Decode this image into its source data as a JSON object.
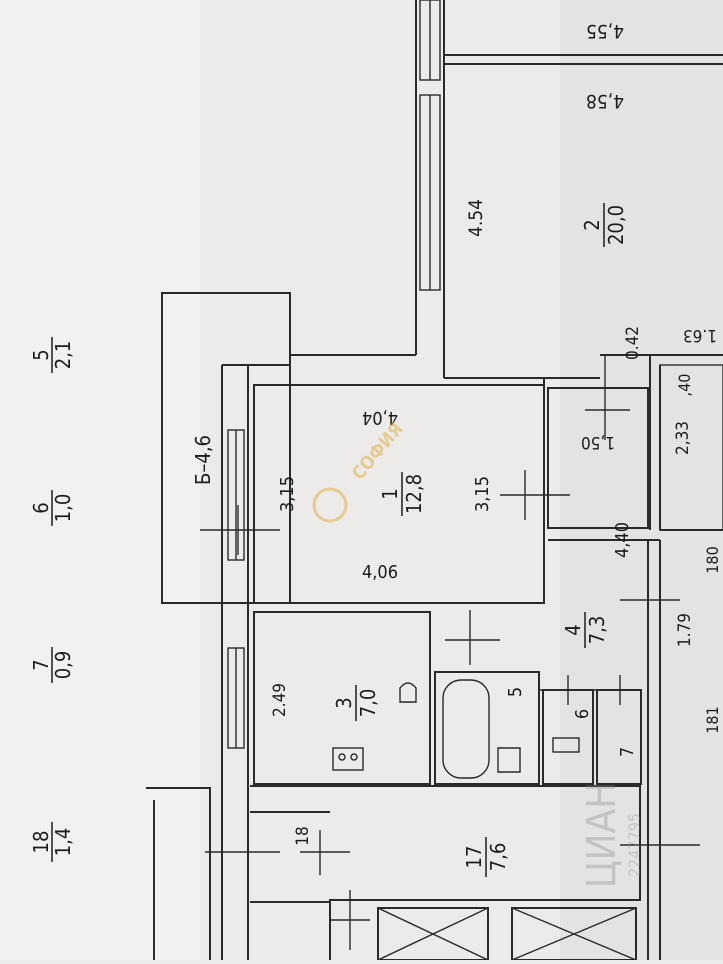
{
  "plan": {
    "outside_labels": [
      {
        "num": "5",
        "area": "2,1"
      },
      {
        "num": "6",
        "area": "1,0"
      },
      {
        "num": "7",
        "area": "0,9"
      },
      {
        "num": "18",
        "area": "1,4"
      }
    ],
    "rooms": [
      {
        "num": "1",
        "area": "12,8"
      },
      {
        "num": "2",
        "area": "20,0"
      },
      {
        "num": "3",
        "area": "7,0"
      },
      {
        "num": "4",
        "area": "7,3"
      },
      {
        "num": "17",
        "area": "7,6"
      }
    ],
    "balcony": "Б–4,6",
    "dims": {
      "d455": "4,55",
      "d458": "4,58",
      "d454": "4.54",
      "d042": "0.42",
      "d163": "1.63",
      "d140": ",40",
      "d404": "4,04",
      "d150": "1,50",
      "d233": "2,33",
      "d315a": "3,15",
      "d315b": "3,15",
      "d406": "4,06",
      "d440": "4,40",
      "d179": "1.79",
      "d249": "2.49",
      "d181": "181",
      "d180": "180",
      "d18": "18",
      "n5": "5",
      "n6": "6",
      "n7": "7"
    },
    "watermark": "СОФИЯ",
    "watermark2": "ЦИАН",
    "watermark_id": "2247795"
  }
}
